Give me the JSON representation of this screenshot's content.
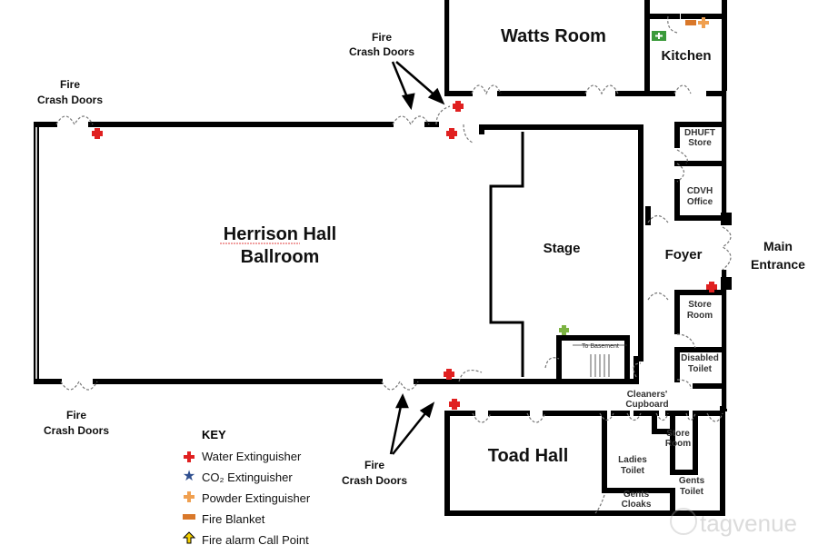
{
  "rooms": {
    "ballroom_line1": "Herrison Hall",
    "ballroom_line2": "Ballroom",
    "watts": "Watts Room",
    "kitchen": "Kitchen",
    "stage": "Stage",
    "foyer": "Foyer",
    "main_entrance_1": "Main",
    "main_entrance_2": "Entrance",
    "dhuft_1": "DHUFT",
    "dhuft_2": "Store",
    "cdvh_1": "CDVH",
    "cdvh_2": "Office",
    "store_1": "Store",
    "store_2": "Room",
    "disabled_1": "Disabled",
    "disabled_2": "Toilet",
    "cleaners_1": "Cleaners'",
    "cleaners_2": "Cupboard",
    "store2_1": "Store",
    "store2_2": "Room",
    "ladies_1": "Ladies",
    "ladies_2": "Toilet",
    "gents_1": "Gents",
    "gents_2": "Toilet",
    "cloaks_1": "Gents",
    "cloaks_2": "Cloaks",
    "toad": "Toad Hall",
    "basement": "To Basement"
  },
  "fire_doors": {
    "line1": "Fire",
    "line2": "Crash Doors"
  },
  "key": {
    "title": "KEY",
    "items": [
      {
        "label": "Water Extinguisher",
        "icon": "red-plus",
        "color": "#e02020"
      },
      {
        "label": "CO₂ Extinguisher",
        "icon": "blue-star",
        "color": "#2f4f8f"
      },
      {
        "label": "Powder Extinguisher",
        "icon": "orange-plus",
        "color": "#f0a050"
      },
      {
        "label": "Fire Blanket",
        "icon": "orange-bar",
        "color": "#d9782a"
      },
      {
        "label": "Fire alarm Call Point",
        "icon": "up-arrow",
        "color": "#e0b000"
      }
    ]
  },
  "watermark": "tagvenue"
}
